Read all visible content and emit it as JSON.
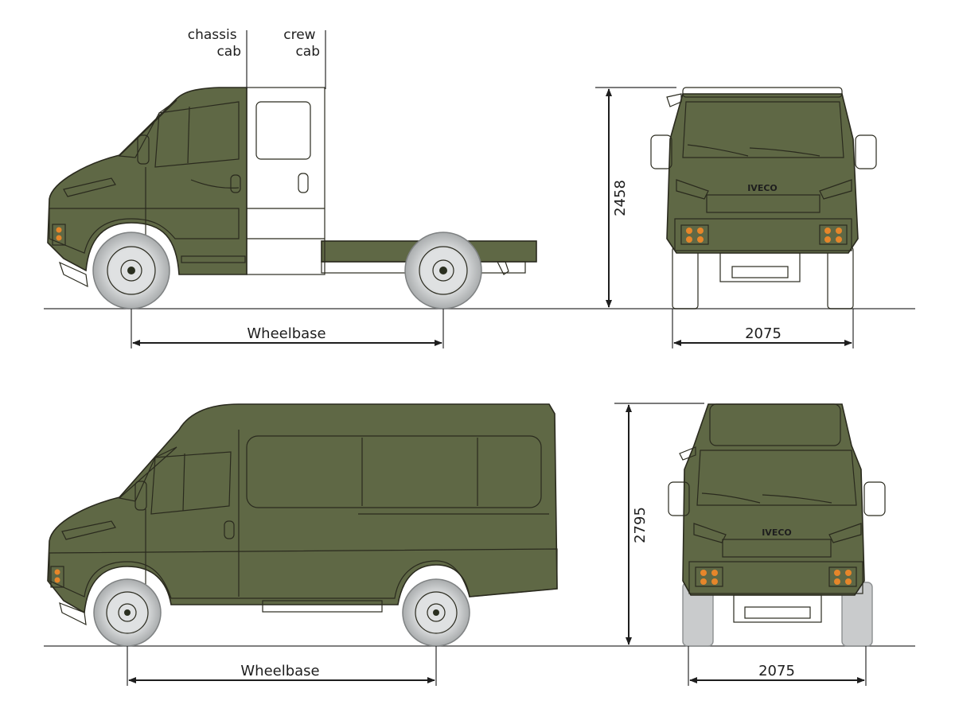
{
  "labels": {
    "chassis_cab": [
      "chassis",
      "cab"
    ],
    "crew_cab": [
      "crew",
      "cab"
    ],
    "wheelbase_top": "Wheelbase",
    "wheelbase_bottom": "Wheelbase",
    "height_top": "2458",
    "height_bottom": "2795",
    "width_top": "2075",
    "width_bottom": "2075",
    "badge_top": "IVECO",
    "badge_bottom": "IVECO"
  },
  "colors": {
    "body": "#5f6845",
    "body_dark": "#434a30",
    "body_light": "#6f7852",
    "crew_cab_overlay": "#a4a88c",
    "glass_top": "#3f8fd6",
    "glass_bottom": "#eaf3fb",
    "tyre": "#c9cbcc",
    "tyre_edge": "#8c8f90",
    "headlight": "#e6d530",
    "indicator": "#e6862a",
    "dimension_line": "#1e1e1e"
  }
}
